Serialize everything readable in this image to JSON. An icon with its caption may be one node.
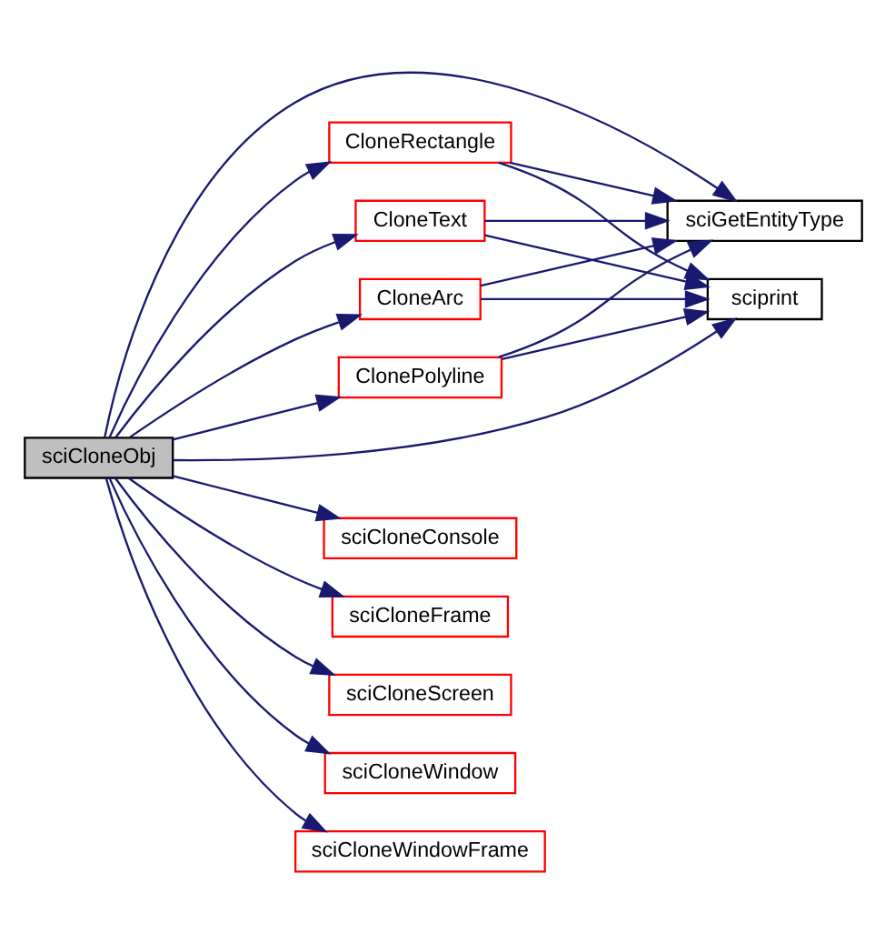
{
  "diagram": {
    "nodes": [
      {
        "text": [
          "sciCloneObj"
        ]
      },
      {
        "text": [
          "ClonePolyline"
        ]
      },
      {
        "text": [
          "CloneRectangle"
        ]
      },
      {
        "text": [
          "CloneText"
        ]
      },
      {
        "text": [
          "CloneArc"
        ]
      },
      {
        "text": [
          "sciCloneConsole"
        ]
      },
      {
        "text": [
          "sciCloneFrame"
        ]
      },
      {
        "text": [
          "sciCloneScreen"
        ]
      },
      {
        "text": [
          "sciCloneWindow"
        ]
      },
      {
        "text": [
          "sciCloneWindowFrame"
        ]
      },
      {
        "text": [
          "sciGetEntityType"
        ]
      },
      {
        "text": [
          "sciprint"
        ]
      }
    ],
    "edges": [
      {
        "from": 0,
        "to": 1,
        "arrow": "to"
      },
      {
        "from": 0,
        "to": 2,
        "arrow": "to"
      },
      {
        "from": 0,
        "to": 3,
        "arrow": "to"
      },
      {
        "from": 0,
        "to": 4,
        "arrow": "to"
      },
      {
        "from": 0,
        "to": 10,
        "arrow": "to"
      },
      {
        "from": 0,
        "to": 11,
        "arrow": "to"
      },
      {
        "from": 0,
        "to": 5,
        "arrow": "to"
      },
      {
        "from": 0,
        "to": 6,
        "arrow": "to"
      },
      {
        "from": 0,
        "to": 7,
        "arrow": "to"
      },
      {
        "from": 0,
        "to": 8,
        "arrow": "to"
      },
      {
        "from": 0,
        "to": 9,
        "arrow": "to"
      },
      {
        "from": 1,
        "to": 10,
        "arrow": "to"
      },
      {
        "from": 1,
        "to": 11,
        "arrow": "to"
      },
      {
        "from": 2,
        "to": 10,
        "arrow": "to"
      },
      {
        "from": 2,
        "to": 11,
        "arrow": "to"
      },
      {
        "from": 3,
        "to": 10,
        "arrow": "to"
      },
      {
        "from": 3,
        "to": 11,
        "arrow": "to"
      },
      {
        "from": 4,
        "to": 10,
        "arrow": "to"
      },
      {
        "from": 4,
        "to": 11,
        "arrow": "to"
      }
    ]
  }
}
